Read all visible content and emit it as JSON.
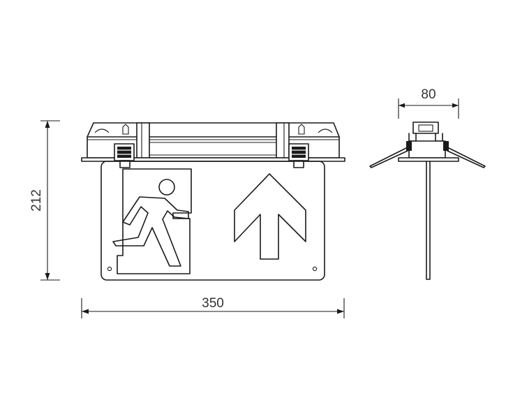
{
  "dimensions": {
    "width_label": "350",
    "height_label": "212",
    "depth_label": "80"
  },
  "colors": {
    "line": "#1a1a1a",
    "text": "#333333",
    "background": "#ffffff"
  },
  "icons": {
    "pictogram": "running-man-exit-icon",
    "direction": "arrow-up-icon"
  }
}
